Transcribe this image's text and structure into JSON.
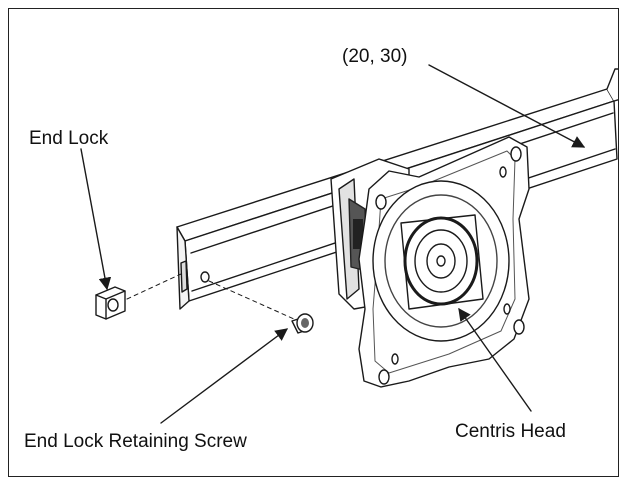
{
  "labels": {
    "coordinate": "(20, 30)",
    "end_lock": "End Lock",
    "end_lock_screw": "End Lock Retaining Screw",
    "centris_head": "Centris Head"
  },
  "colors": {
    "line": "#1a1a1a",
    "shade": "#8a8a8a",
    "background": "#ffffff"
  }
}
